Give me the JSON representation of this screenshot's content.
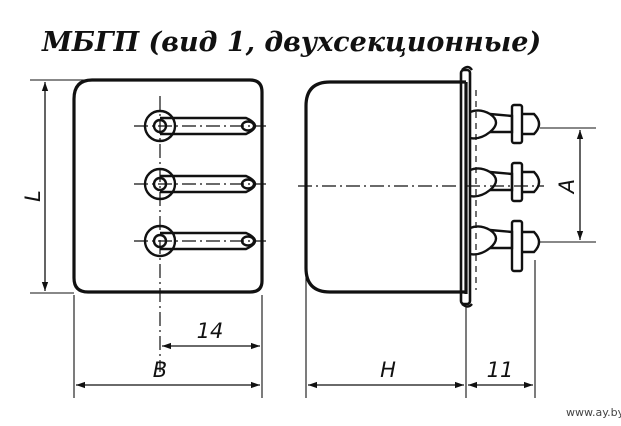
{
  "title": "МБГП (вид 1, двухсекционные)",
  "dimensions": {
    "L": "L",
    "B": "B",
    "H": "H",
    "A": "A",
    "d14": "14",
    "d11": "11"
  },
  "watermark": "www.ay.by"
}
